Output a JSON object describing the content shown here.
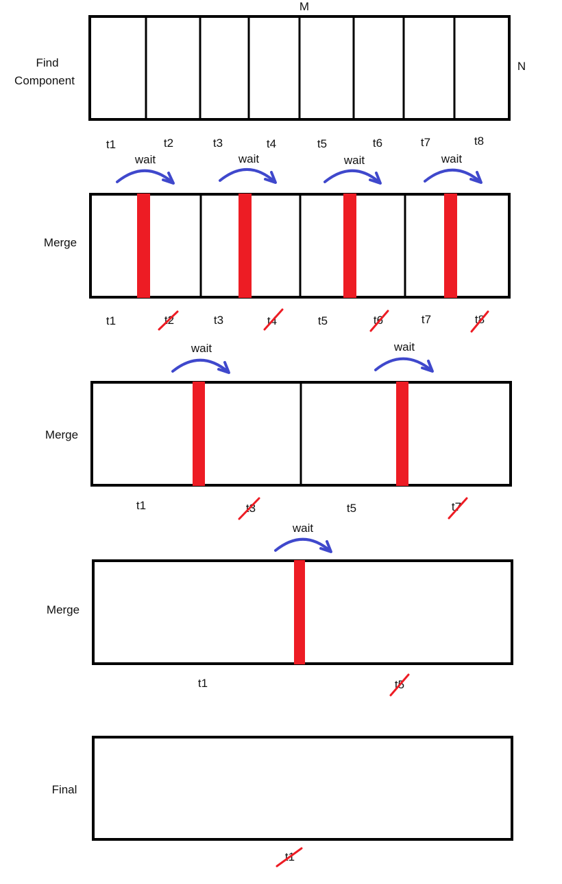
{
  "labels": {
    "m": "M",
    "n": "N",
    "find_component_line1": "Find",
    "find_component_line2": "Component",
    "merge": "Merge",
    "final": "Final",
    "wait": "wait"
  },
  "threads": [
    "t1",
    "t2",
    "t3",
    "t4",
    "t5",
    "t6",
    "t7",
    "t8"
  ],
  "stages": [
    {
      "name": "Find Component",
      "partitions": 8,
      "threads": [
        "t1",
        "t2",
        "t3",
        "t4",
        "t5",
        "t6",
        "t7",
        "t8"
      ],
      "struck": []
    },
    {
      "name": "Merge",
      "partitions": 4,
      "threads": [
        "t1",
        "t2",
        "t3",
        "t4",
        "t5",
        "t6",
        "t7",
        "t8"
      ],
      "struck": [
        "t2",
        "t4",
        "t6",
        "t8"
      ]
    },
    {
      "name": "Merge",
      "partitions": 2,
      "threads": [
        "t1",
        "t3",
        "t5",
        "t7"
      ],
      "struck": [
        "t3",
        "t7"
      ]
    },
    {
      "name": "Merge",
      "partitions": 1,
      "threads": [
        "t1",
        "t5"
      ],
      "struck": [
        "t5"
      ]
    },
    {
      "name": "Final",
      "partitions": 1,
      "threads": [
        "t1"
      ],
      "struck": [
        "t1"
      ]
    }
  ],
  "colors": {
    "outline": "#000000",
    "merge_bar": "#ed1c24",
    "wait_arrow": "#3f48cc",
    "strike": "#ed1c24"
  }
}
